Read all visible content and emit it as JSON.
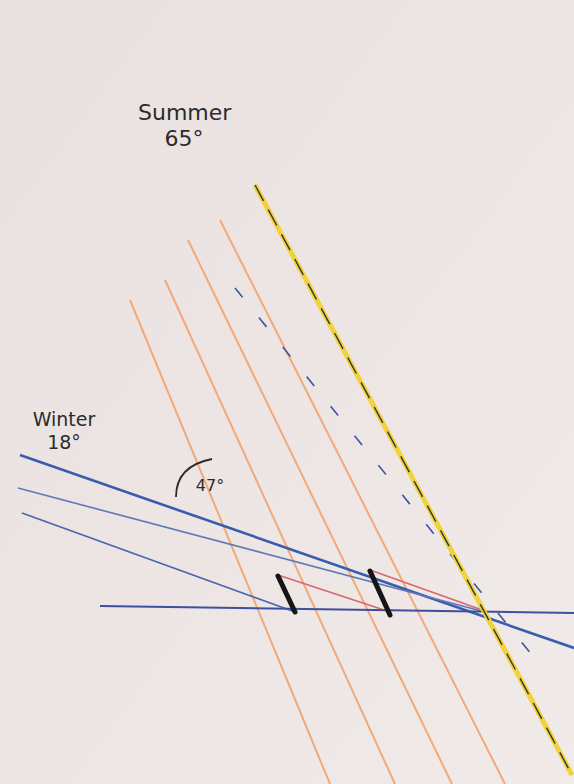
{
  "diagram": {
    "labels": [
      "Summer 65°",
      "Winter 18°",
      "47°"
    ]
  }
}
